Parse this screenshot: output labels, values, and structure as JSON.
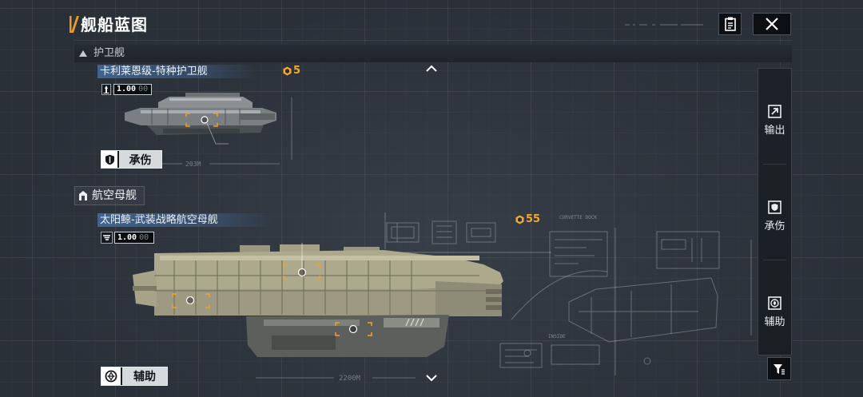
{
  "header": {
    "title": "舰船蓝图",
    "list_button_icon": "clipboard-list-icon",
    "close_button_icon": "close-icon"
  },
  "sections": [
    {
      "icon": "collapse-triangle-icon",
      "label": "护卫舰",
      "ship": {
        "name": "卡利莱恩级-特种护卫舰",
        "cost_icon": "cost-hex-icon",
        "cost": "5",
        "stat_icon": "tower-icon",
        "stat_value": "1.00",
        "stat_suffix": "00",
        "role_icon": "shield-icon",
        "role": "承伤"
      }
    },
    {
      "icon": "carrier-category-icon",
      "label": "航空母舰",
      "ship": {
        "name": "太阳鲸-武装战略航空母舰",
        "cost_icon": "cost-hex-icon",
        "cost": "55",
        "stat_icon": "wings-icon",
        "stat_value": "1.00",
        "stat_suffix": "00",
        "role_icon": "support-icon",
        "role": "辅助"
      }
    }
  ],
  "filter_panel": {
    "items": [
      {
        "label": "输出",
        "icon": "arrow-out-icon"
      },
      {
        "label": "承伤",
        "icon": "shield-icon"
      },
      {
        "label": "辅助",
        "icon": "support-icon"
      }
    ],
    "filter_button_icon": "filter-icon"
  },
  "scroll": {
    "up_icon": "chevron-up-icon",
    "down_icon": "chevron-down-icon"
  },
  "blueprint_labels": {
    "frigate_length": "203M",
    "carrier_length": "2200M",
    "dock": "CORVETTE DOCK",
    "inside": "INSIDE"
  },
  "colors": {
    "accent": "#e89a2c",
    "cost": "#f2a833",
    "background": "#2a3038",
    "panel": "#1c2127",
    "name_highlight": "#466ca0",
    "marker": "#f0a030"
  }
}
